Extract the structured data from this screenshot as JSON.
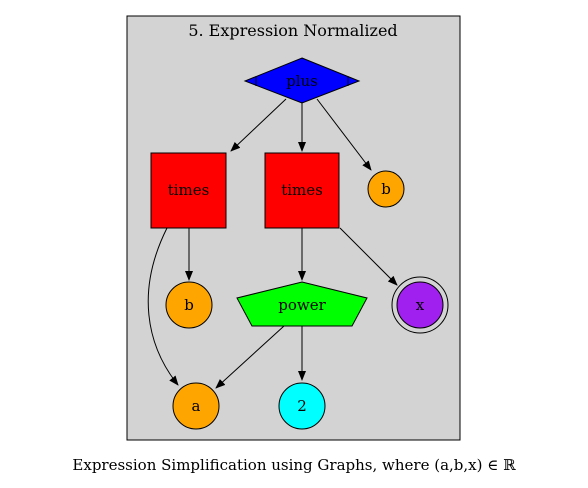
{
  "diagram": {
    "cluster_title": "5. Expression Normalized",
    "caption": "Expression Simplification using Graphs, where (a,b,x) ∈ ℝ",
    "colors": {
      "cluster_fill": "#d3d3d3",
      "plus": "#0000ff",
      "times": "#ff0000",
      "power": "#00ff00",
      "var_ab": "#ffa500",
      "var_x": "#a020f0",
      "const_2": "#00ffff",
      "stroke": "#000000"
    },
    "nodes": {
      "plus": "plus",
      "times_left": "times",
      "times_mid": "times",
      "b_top": "b",
      "b_mid": "b",
      "power": "power",
      "x": "x",
      "a": "a",
      "two": "2"
    },
    "edges": [
      [
        "plus",
        "times_left"
      ],
      [
        "plus",
        "times_mid"
      ],
      [
        "plus",
        "b_top"
      ],
      [
        "times_left",
        "b_mid"
      ],
      [
        "times_left",
        "a"
      ],
      [
        "times_mid",
        "power"
      ],
      [
        "times_mid",
        "x"
      ],
      [
        "power",
        "a"
      ],
      [
        "power",
        "two"
      ]
    ]
  }
}
